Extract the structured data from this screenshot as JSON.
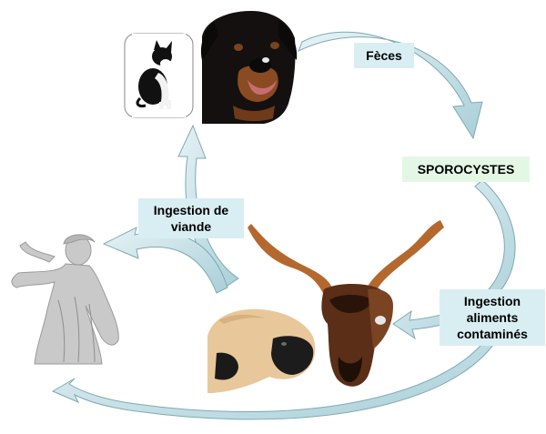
{
  "colors": {
    "arrow": "#bfe0e6",
    "arrow_stroke": "#6e9ca6",
    "label_blue": "#d9eef3",
    "label_green": "#e4f7e4"
  },
  "icons": {
    "cat": "cat-photo-icon",
    "dog": "dog-photo-icon",
    "statue": "human-statue-icon",
    "goat": "goat-photo-icon",
    "sheep": "sheep-photo-icon"
  },
  "labels": {
    "feces": "Fèces",
    "sporocystes": "SPOROCYSTES",
    "ingestion_viande": [
      "Ingestion de",
      "viande"
    ],
    "ingestion_aliments": [
      "Ingestion",
      "aliments",
      "contaminés"
    ]
  }
}
